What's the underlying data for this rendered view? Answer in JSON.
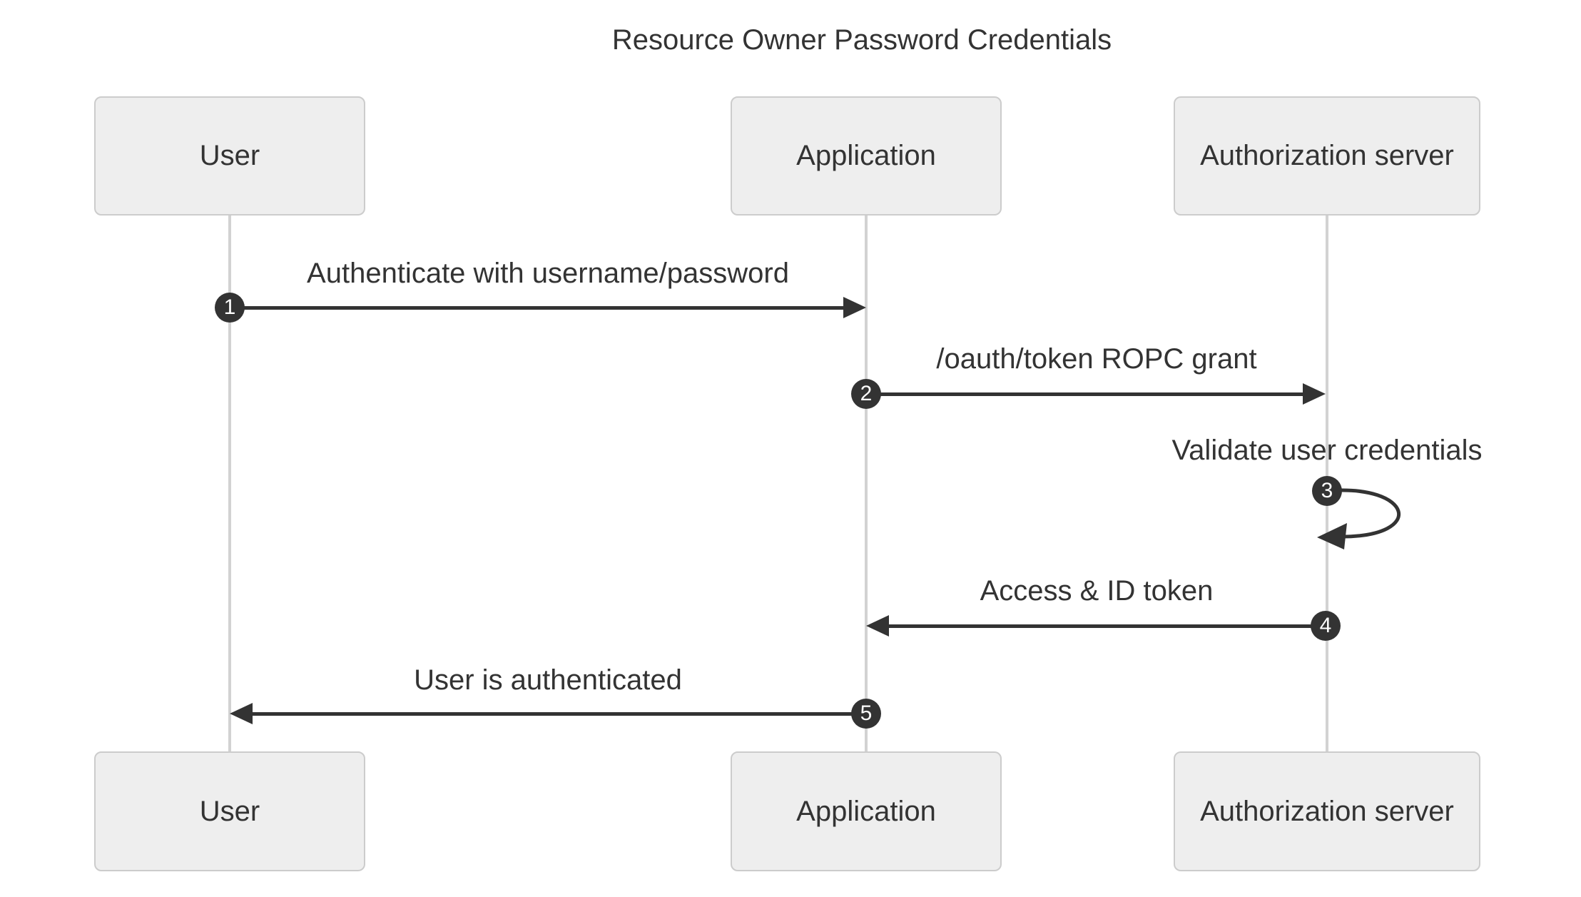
{
  "title": "Resource Owner Password Credentials",
  "diagram_type": "sequence",
  "actors": [
    {
      "id": "user",
      "label": "User"
    },
    {
      "id": "application",
      "label": "Application"
    },
    {
      "id": "auth_server",
      "label": "Authorization server"
    }
  ],
  "messages": [
    {
      "seq": "1",
      "label": "Authenticate with username/password",
      "from": "user",
      "to": "application",
      "direction": "right"
    },
    {
      "seq": "2",
      "label": "/oauth/token ROPC grant",
      "from": "application",
      "to": "auth_server",
      "direction": "right"
    },
    {
      "seq": "3",
      "label": "Validate user credentials",
      "from": "auth_server",
      "to": "auth_server",
      "direction": "self"
    },
    {
      "seq": "4",
      "label": "Access & ID token",
      "from": "auth_server",
      "to": "application",
      "direction": "left"
    },
    {
      "seq": "5",
      "label": "User is authenticated",
      "from": "application",
      "to": "user",
      "direction": "left"
    }
  ],
  "colors": {
    "background": "#ffffff",
    "actor_fill": "#eeeeee",
    "actor_border": "#cccccc",
    "lifeline": "#d2d2d2",
    "arrow": "#333333",
    "badge_fill": "#333333",
    "badge_text": "#ffffff",
    "text": "#333333"
  }
}
